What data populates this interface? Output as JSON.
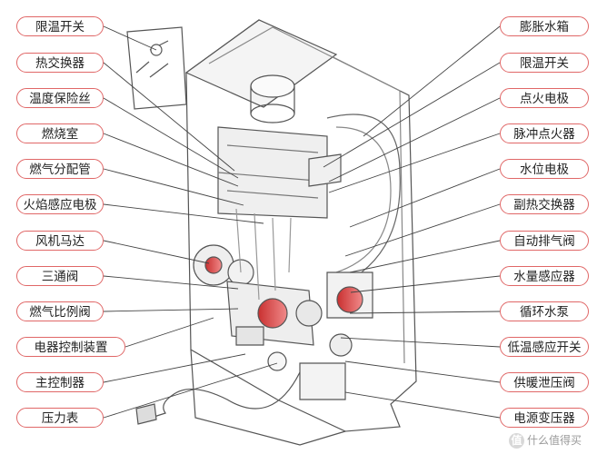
{
  "labels_left": [
    "限温开关",
    "热交换器",
    "温度保险丝",
    "燃烧室",
    "燃气分配管",
    "火焰感应电极",
    "风机马达",
    "三通阀",
    "燃气比例阀",
    "电器控制装置",
    "主控制器",
    "压力表"
  ],
  "labels_right": [
    "膨胀水箱",
    "限温开关",
    "点火电极",
    "脉冲点火器",
    "水位电极",
    "副热交换器",
    "自动排气阀",
    "水量感应器",
    "循环水泵",
    "低温感应开关",
    "供暖泄压阀",
    "电源变压器"
  ],
  "watermark": {
    "badge": "值",
    "text": "什么值得买"
  },
  "colors": {
    "accent": "#e06767",
    "line": "#444444",
    "drawing": "#555555"
  }
}
